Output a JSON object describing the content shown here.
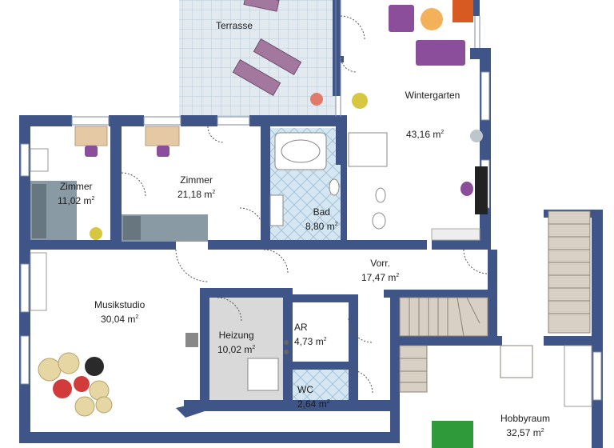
{
  "plan": {
    "rooms": [
      {
        "id": "terrasse",
        "name": "Terrasse",
        "area": ""
      },
      {
        "id": "wintergarten",
        "name": "Wintergarten",
        "area": "43,16 m"
      },
      {
        "id": "zimmer-small",
        "name": "Zimmer",
        "area": "11,02 m"
      },
      {
        "id": "zimmer-large",
        "name": "Zimmer",
        "area": "21,18 m"
      },
      {
        "id": "bad",
        "name": "Bad",
        "area": "8,80 m"
      },
      {
        "id": "vorr",
        "name": "Vorr.",
        "area": "17,47 m"
      },
      {
        "id": "musikstudio",
        "name": "Musikstudio",
        "area": "30,04 m"
      },
      {
        "id": "heizung",
        "name": "Heizung",
        "area": "10,02 m"
      },
      {
        "id": "ar",
        "name": "AR",
        "area": "4,73 m"
      },
      {
        "id": "wc",
        "name": "WC",
        "area": "2,64 m"
      },
      {
        "id": "hobbyraum",
        "name": "Hobbyraum",
        "area": "32,57 m"
      }
    ],
    "unit_sup": "2"
  },
  "colors": {
    "wall": "#3f5487",
    "floor": "#ffffff",
    "terrace_tile": "#dfe8ef",
    "bath_tile": "#cfe3ef",
    "heating_floor": "#d6d6d6",
    "furniture_purple": "#8a4e9a",
    "stairs": "#d8d0c4",
    "sofa_grey": "#8a9aa4"
  }
}
